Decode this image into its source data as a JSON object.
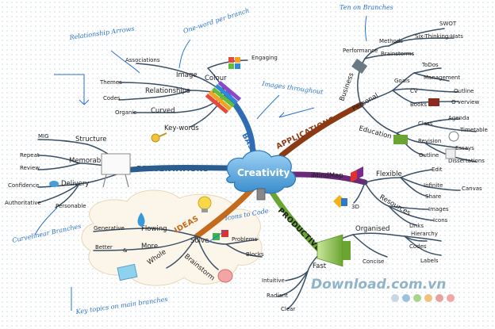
{
  "center": "Creativity",
  "colors": {
    "presentations": "#2c5d8f",
    "basics": "#2e6db3",
    "applications": "#8b3a14",
    "imindmap": "#6a2a7a",
    "productive": "#6aa532",
    "ideas": "#c46a1c",
    "note": "#2b73c9"
  },
  "branches": {
    "presentations": {
      "label": "PRESENTATIONS"
    },
    "basics": {
      "label": "BASICS"
    },
    "applications": {
      "label": "APPLICATIONS"
    },
    "imindmap": {
      "label": "iMindMap"
    },
    "productive": {
      "label": "PRODUCTIVE"
    },
    "ideas": {
      "label": "IDEAS"
    }
  },
  "presentations": [
    "Structure",
    "MIG",
    "Repeat",
    "Review",
    "Memorable",
    "Delivery",
    "Confidence",
    "Authoritative",
    "Personable"
  ],
  "basics": [
    "Colour",
    "Engaging",
    "Image",
    "Associations",
    "Relationships",
    "Themes",
    "Codes",
    "Curved",
    "Organic",
    "Key-words"
  ],
  "applications": [
    "Business",
    "Performance",
    "Methods",
    "SWOT",
    "Six-Thinking-Hats",
    "Brainstorms",
    "Personal",
    "Goals",
    "ToDos",
    "Management",
    "CV",
    "Outline",
    "Books",
    "O verview",
    "Education",
    "Class",
    "Agenda",
    "Timetable",
    "Revision",
    "Essays",
    "Outline",
    "Dissertations"
  ],
  "imindmap": [
    "Flexible",
    "Edit",
    "Infinite",
    "Canvas",
    "Share",
    "Resources",
    "Images",
    "Icons",
    "Links",
    "3D"
  ],
  "productive": [
    "Organised",
    "Hierarchy",
    "Codes",
    "Labels",
    "Concise",
    "Fast",
    "Intuitive",
    "Radiant",
    "Clear"
  ],
  "ideas": [
    "Generative",
    "Flowing",
    "More",
    "Better",
    "&",
    "Whole",
    "Solve",
    "Problems",
    "Blocks",
    "Brainstorm"
  ],
  "notes": {
    "relationship_arrows": "Relationship Arrows",
    "one_word": "One-word per branch",
    "ten_branches": "Ten on Branches",
    "images_throughout": "Images throughout",
    "curvelinear": "Curvelinear Branches",
    "icons_to_code": "Icons to Code",
    "key_topics": "Key topics on main branches"
  },
  "watermark": "Download.com.vn"
}
